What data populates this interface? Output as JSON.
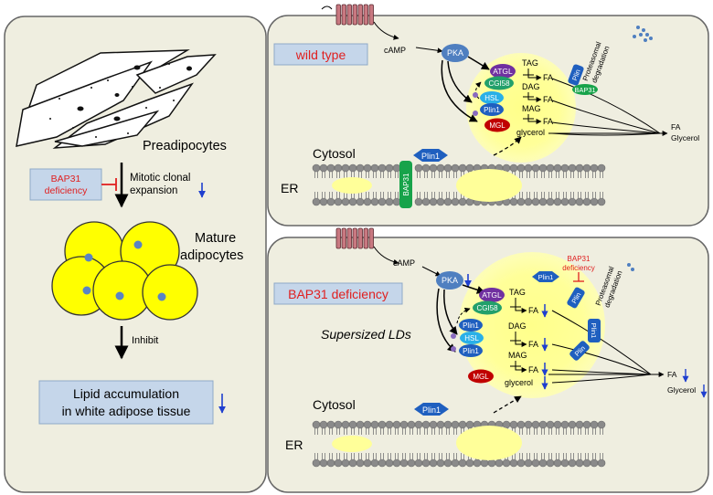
{
  "left_panel": {
    "preadipocytes": "Preadipocytes",
    "bap31_deficiency": [
      "BAP31",
      "deficiency"
    ],
    "mitotic": [
      "Mitotic clonal",
      "expansion"
    ],
    "mature": [
      "Mature",
      "adipocytes"
    ],
    "inhibit": "Inhibit",
    "lipid": [
      "Lipid accumulation",
      "in white adipose tissue"
    ]
  },
  "wild_type": {
    "title": "wild type",
    "camp": "cAMP",
    "pka": "PKA",
    "atgl": "ATGL",
    "cgi58": "CGI58",
    "hsl": "HSL",
    "plin1": "Plin1",
    "mgl": "MGL",
    "tag": "TAG",
    "dag": "DAG",
    "mag": "MAG",
    "fa": "FA",
    "glycerol": "glycerol",
    "proteasomal": [
      "Proteasomal",
      "degradation"
    ],
    "bap31_small": "BAP31",
    "plin_small": "Plin",
    "out_fa": "FA",
    "out_glycerol": "Glycerol",
    "cytosol": "Cytosol",
    "er": "ER",
    "er_bap31": "BAP31",
    "er_plin1": "Plin1"
  },
  "bap_deficiency": {
    "title": "BAP31 deficiency",
    "camp": "cAMP",
    "pka": "PKA",
    "atgl": "ATGL",
    "cgi58": "CGI58",
    "plin1": "Plin1",
    "hsl": "HSL",
    "mgl": "MGL",
    "tag": "TAG",
    "dag": "DAG",
    "mag": "MAG",
    "fa": "FA",
    "glycerol": "glycerol",
    "supersized": "Supersized LDs",
    "red_label": [
      "BAP31",
      "deficiency"
    ],
    "proteasomal": [
      "Proteasomal",
      "degradation"
    ],
    "plin_small": "Plin",
    "plin1_small": "Plin1",
    "out_fa": "FA",
    "out_glycerol": "Glycerol",
    "cytosol": "Cytosol",
    "er": "ER",
    "er_plin1": "Plin1"
  },
  "colors": {
    "panel": "#efeee0",
    "droplet": "#ffff99",
    "cell": "#ffff00",
    "label_box": "#c5d6ea",
    "pka": "#4f7fc0",
    "atgl": "#7030a0",
    "cgi58": "#22a06b",
    "hsl": "#2ab0e8",
    "plin": "#1f5fbf",
    "mgl": "#c00000",
    "bap31": "#17a34a",
    "receptor": "#c87880",
    "red": "#e02020",
    "blue_arrow": "#1f3fcf"
  },
  "icons": [
    "down-arrow-icon",
    "inhibit-bar-icon",
    "receptor-icon",
    "phosphate-dot-icon"
  ]
}
